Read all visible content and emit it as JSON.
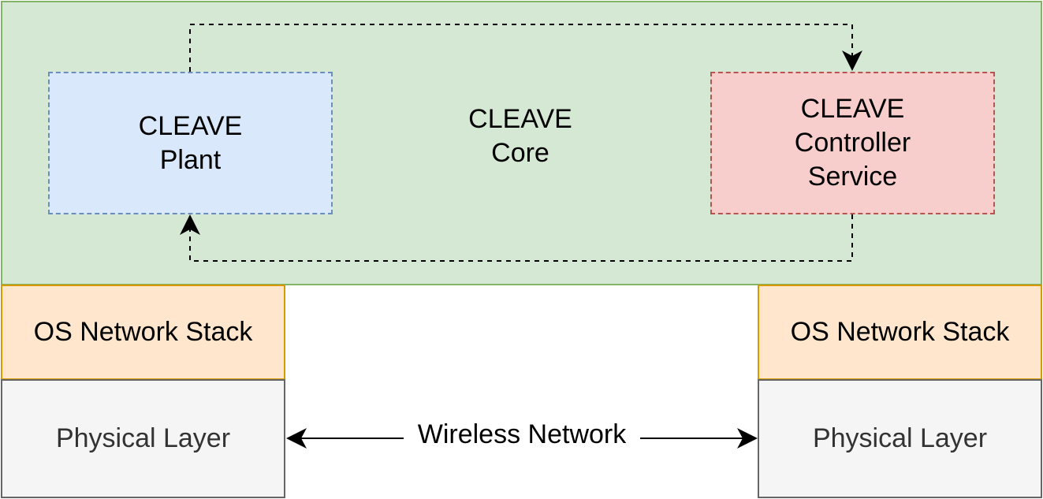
{
  "core": {
    "line1": "CLEAVE",
    "line2": "Core"
  },
  "plant": {
    "label": "CLEAVE\nPlant"
  },
  "controller": {
    "label": "CLEAVE\nController\nService"
  },
  "left_stack": {
    "os": "OS Network Stack",
    "physical": "Physical Layer"
  },
  "right_stack": {
    "os": "OS Network Stack",
    "physical": "Physical Layer"
  },
  "link": {
    "label": "Wireless Network"
  },
  "colors": {
    "core_fill": "#d5e8d4",
    "core_stroke": "#82b366",
    "plant_fill": "#dae8fc",
    "plant_stroke": "#6c8ebf",
    "controller_fill": "#f8cecc",
    "controller_stroke": "#b85450",
    "os_fill": "#ffe6cc",
    "os_stroke": "#d79b00",
    "physical_fill": "#f5f5f5",
    "physical_stroke": "#666666"
  }
}
